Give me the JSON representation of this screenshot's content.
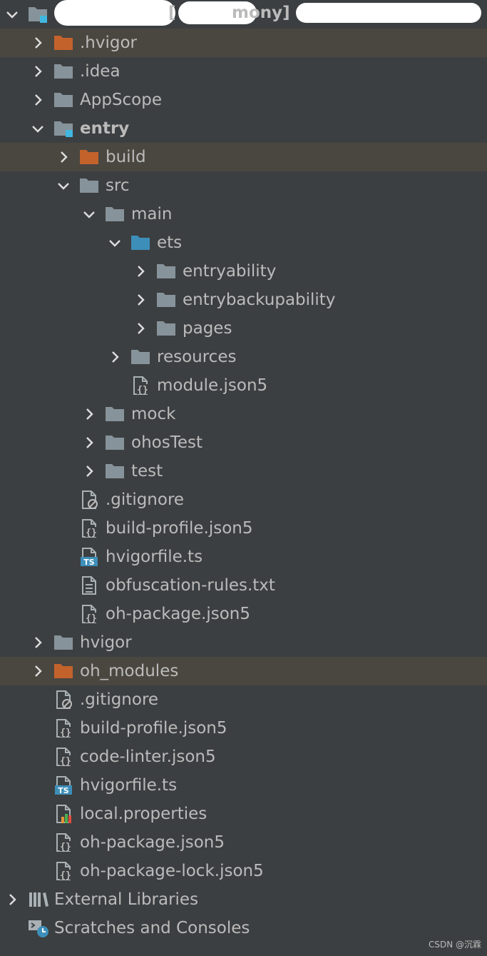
{
  "project_root": {
    "label_left_fragment": "[",
    "label_right_fragment": "mony]",
    "redacted": true
  },
  "tree": [
    {
      "label": ".hvigor",
      "icon": "folder-excluded-icon",
      "expanded": false
    },
    {
      "label": ".idea",
      "icon": "folder-icon",
      "expanded": false
    },
    {
      "label": "AppScope",
      "icon": "folder-icon",
      "expanded": false
    },
    {
      "label": "entry",
      "icon": "module-folder-icon",
      "expanded": true
    },
    {
      "label": "build",
      "icon": "folder-excluded-icon",
      "expanded": false
    },
    {
      "label": "src",
      "icon": "folder-icon",
      "expanded": true
    },
    {
      "label": "main",
      "icon": "folder-icon",
      "expanded": true
    },
    {
      "label": "ets",
      "icon": "source-folder-icon",
      "expanded": true
    },
    {
      "label": "entryability",
      "icon": "folder-icon",
      "expanded": false
    },
    {
      "label": "entrybackupability",
      "icon": "folder-icon",
      "expanded": false
    },
    {
      "label": "pages",
      "icon": "folder-icon",
      "expanded": false
    },
    {
      "label": "resources",
      "icon": "folder-icon",
      "expanded": false
    },
    {
      "label": "module.json5",
      "icon": "json5-file-icon"
    },
    {
      "label": "mock",
      "icon": "folder-icon",
      "expanded": false
    },
    {
      "label": "ohosTest",
      "icon": "folder-icon",
      "expanded": false
    },
    {
      "label": "test",
      "icon": "folder-icon",
      "expanded": false
    },
    {
      "label": ".gitignore",
      "icon": "gitignore-file-icon"
    },
    {
      "label": "build-profile.json5",
      "icon": "json5-file-icon"
    },
    {
      "label": "hvigorfile.ts",
      "icon": "typescript-file-icon"
    },
    {
      "label": "obfuscation-rules.txt",
      "icon": "text-file-icon"
    },
    {
      "label": "oh-package.json5",
      "icon": "json5-file-icon"
    },
    {
      "label": "hvigor",
      "icon": "folder-icon",
      "expanded": false
    },
    {
      "label": "oh_modules",
      "icon": "folder-excluded-icon",
      "expanded": false
    },
    {
      "label": ".gitignore",
      "icon": "gitignore-file-icon"
    },
    {
      "label": "build-profile.json5",
      "icon": "json5-file-icon"
    },
    {
      "label": "code-linter.json5",
      "icon": "json5-file-icon"
    },
    {
      "label": "hvigorfile.ts",
      "icon": "typescript-file-icon"
    },
    {
      "label": "local.properties",
      "icon": "properties-file-icon"
    },
    {
      "label": "oh-package.json5",
      "icon": "json5-file-icon"
    },
    {
      "label": "oh-package-lock.json5",
      "icon": "json5-file-icon"
    },
    {
      "label": "External Libraries",
      "icon": "libraries-icon",
      "expanded": false
    },
    {
      "label": "Scratches and Consoles",
      "icon": "scratches-icon"
    }
  ],
  "icon_text": {
    "ts_badge": "TS",
    "json_badge": "{}"
  },
  "colors": {
    "background": "#3c3f41",
    "highlight_row": "#4a4740",
    "text": "#bbbbbb",
    "folder": "#87939a",
    "folder_excluded": "#c4622c",
    "source_folder": "#3d8eb9",
    "module_marker": "#40b6e0",
    "chevron": "#dddddd"
  },
  "watermark": "CSDN @沉霖"
}
